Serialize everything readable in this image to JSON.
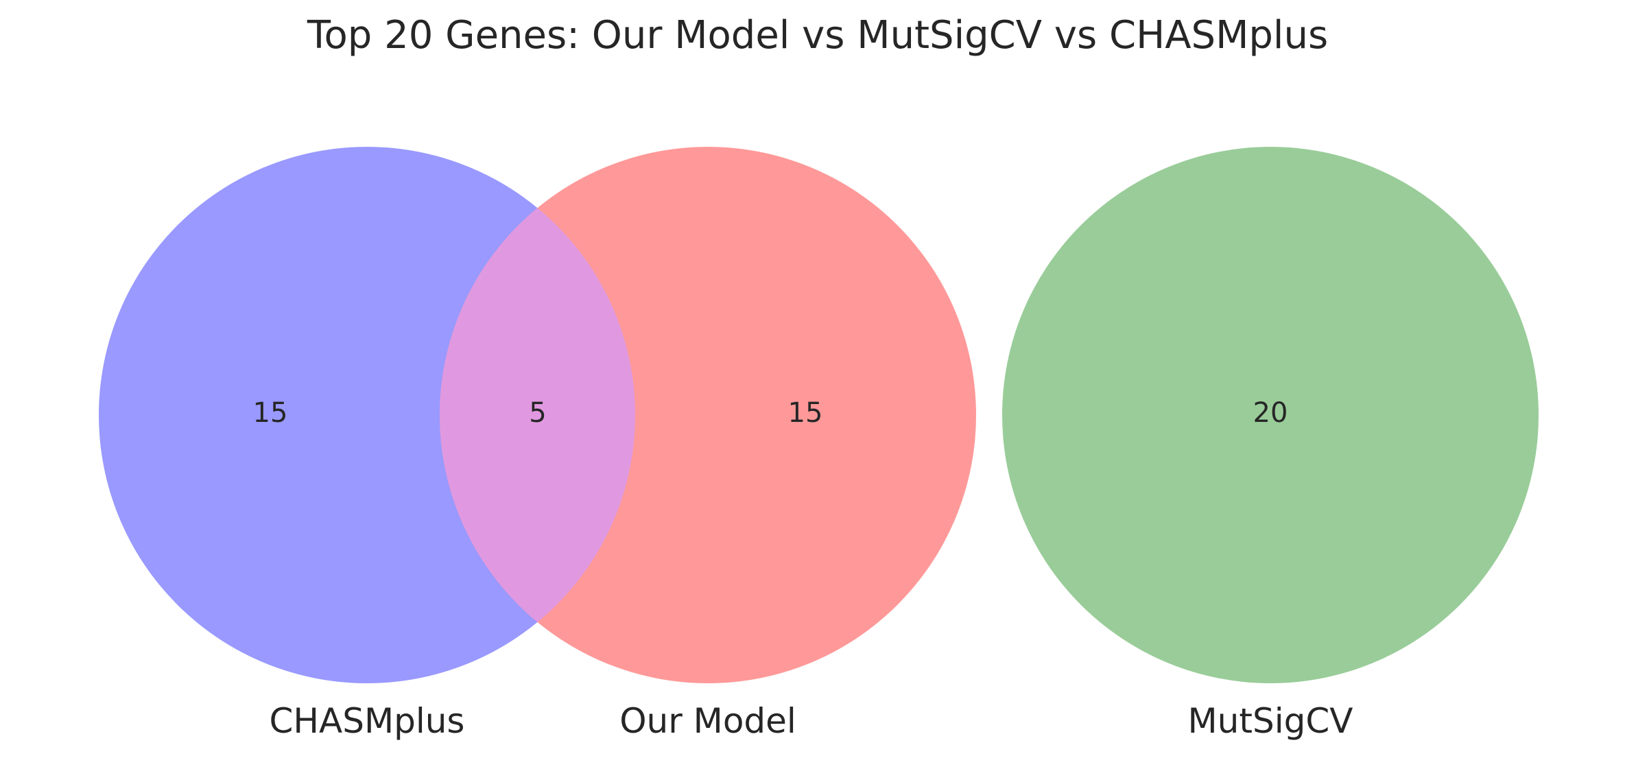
{
  "chart_data": {
    "type": "venn",
    "title": "Top 20 Genes: Our Model vs MutSigCV vs CHASMplus",
    "sets": [
      {
        "key": "chasm",
        "name": "CHASMplus",
        "size": 20,
        "color": "#9999ff"
      },
      {
        "key": "ours",
        "name": "Our Model",
        "size": 20,
        "color": "#ff9999"
      },
      {
        "key": "mutsig",
        "name": "MutSigCV",
        "size": 20,
        "color": "#99cc99"
      }
    ],
    "overlap_color": "#e099e0",
    "regions": [
      {
        "key": "chasm_only",
        "sets": [
          "CHASMplus"
        ],
        "value": 15
      },
      {
        "key": "chasm_ours",
        "sets": [
          "CHASMplus",
          "Our Model"
        ],
        "value": 5
      },
      {
        "key": "ours_only",
        "sets": [
          "Our Model"
        ],
        "value": 15
      },
      {
        "key": "mutsig_only",
        "sets": [
          "MutSigCV"
        ],
        "value": 20
      }
    ]
  }
}
